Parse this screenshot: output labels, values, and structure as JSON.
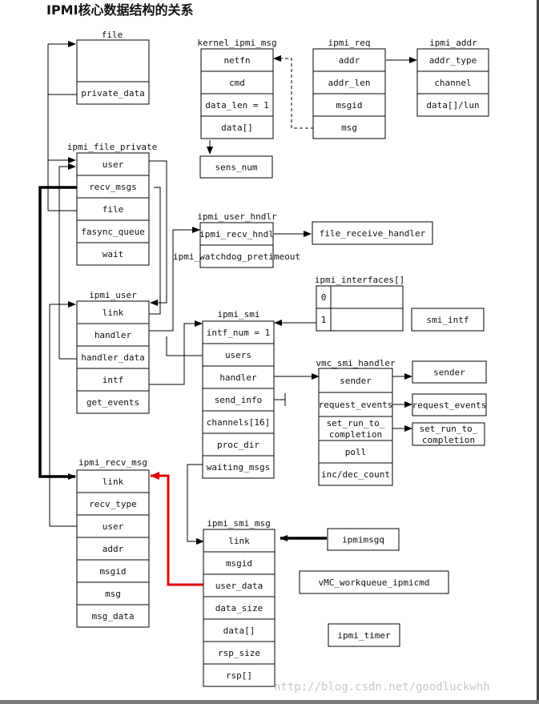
{
  "title": "IPMI核心数据结构的关系",
  "watermark": "http://blog.csdn.net/goodluckwhh",
  "structs": {
    "file": {
      "name": "file",
      "fields": [
        "",
        "private_data"
      ]
    },
    "ipmi_file_private": {
      "name": "ipmi_file_private",
      "fields": [
        "user",
        "recv_msgs",
        "file",
        "fasync_queue",
        "wait"
      ]
    },
    "kernel_ipmi_msg": {
      "name": "kernel_ipmi_msg",
      "fields": [
        "netfn",
        "cmd",
        "data_len = 1",
        "data[]"
      ]
    },
    "sens_num": {
      "fields": [
        "sens_num"
      ]
    },
    "ipmi_req": {
      "name": "ipmi_req",
      "fields": [
        "addr",
        "addr_len",
        "msgid",
        "msg"
      ]
    },
    "ipmi_addr": {
      "name": "ipmi_addr",
      "fields": [
        "addr_type",
        "channel",
        "data[]/lun"
      ]
    },
    "ipmi_user_hndl": {
      "name": "ipmi_user_hndlr",
      "fields": [
        "ipmi_recv_hndl",
        "ipmi_watchdog_pretimeout"
      ]
    },
    "file_receive_handler": {
      "fields": [
        "file_receive_handler"
      ]
    },
    "ipmi_interfaces": {
      "name": "ipmi_interfaces[]",
      "fields": [
        "0",
        "1"
      ]
    },
    "smi_intf": {
      "fields": [
        "smi_intf"
      ]
    },
    "ipmi_user": {
      "name": "ipmi_user",
      "fields": [
        "link",
        "handler",
        "handler_data",
        "intf",
        "get_events"
      ]
    },
    "ipmi_smi": {
      "name": "ipmi_smi",
      "fields": [
        "intf_num = 1",
        "users",
        "handler",
        "send_info",
        "channels[16]",
        "proc_dir",
        "waiting_msgs"
      ]
    },
    "vmc_smi_handler": {
      "name": "vmc_smi_handler",
      "fields": [
        "sender",
        "request_events",
        "set_run_to_\ncompletion",
        "poll",
        "inc/dec_count"
      ]
    },
    "sender": {
      "fields": [
        "sender"
      ]
    },
    "request_events": {
      "fields": [
        "request_events"
      ]
    },
    "set_run_to_completion": {
      "fields": [
        "set_run_to_\ncompletion"
      ]
    },
    "ipmi_recv_msg": {
      "name": "ipmi_recv_msg",
      "fields": [
        "link",
        "recv_type",
        "user",
        "addr",
        "msgid",
        "msg",
        "msg_data"
      ]
    },
    "ipmi_smi_msg": {
      "name": "ipmi_smi_msg",
      "fields": [
        "link",
        "msgid",
        "user_data",
        "data_size",
        "data[]",
        "rsp_size",
        "rsp[]"
      ]
    },
    "ipmimsgq": {
      "fields": [
        "ipmimsgq"
      ]
    },
    "vmc_workqueue": {
      "fields": [
        "vMC_workqueue_ipmicmd"
      ]
    },
    "ipmi_timer": {
      "fields": [
        "ipmi_timer"
      ]
    }
  },
  "colors": {
    "line": "#000000",
    "highlight": "#e00000",
    "text": "#111111"
  }
}
